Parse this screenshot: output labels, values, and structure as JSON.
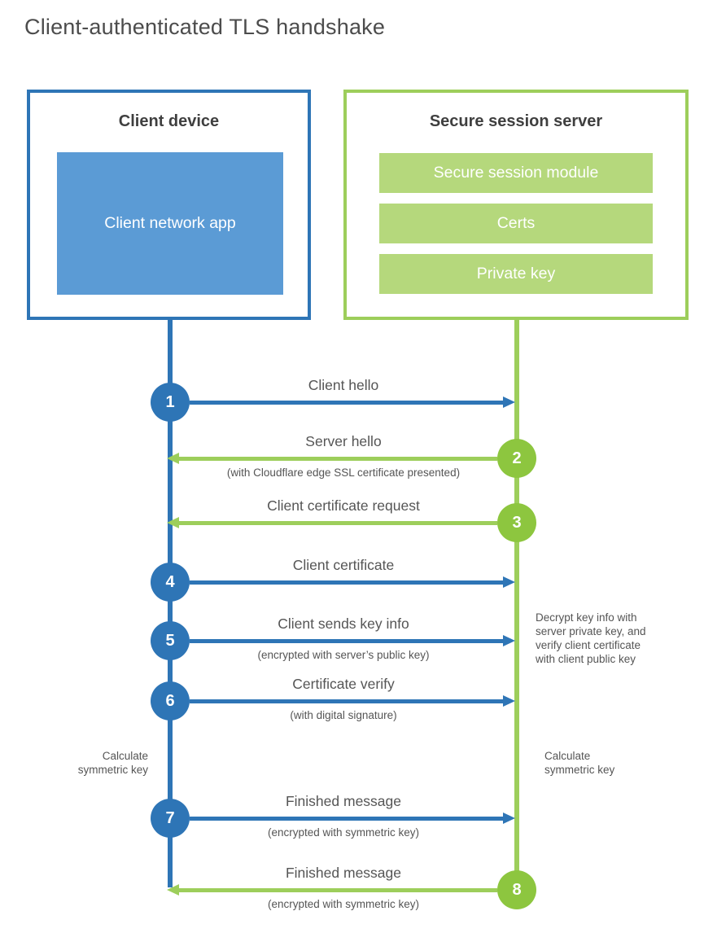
{
  "title": "Client-authenticated TLS handshake",
  "colors": {
    "blue": "#2e75b6",
    "blue-fill": "#5b9bd5",
    "green": "#8dc63f",
    "green-line": "#9dce5b",
    "green-fill": "#b5d87c",
    "ink": "#3f3f3f",
    "gray": "#555555",
    "title": "#4c4c4c"
  },
  "client": {
    "title": "Client device",
    "app_label": "Client network app"
  },
  "server": {
    "title": "Secure session server",
    "modules": [
      "Secure session module",
      "Certs",
      "Private key"
    ]
  },
  "steps": [
    {
      "number": "1",
      "label": "Client hello",
      "sublabel": "",
      "direction": "right",
      "actor": "client"
    },
    {
      "number": "2",
      "label": "Server hello",
      "sublabel": "(with Cloudflare edge SSL certificate presented)",
      "direction": "left",
      "actor": "server"
    },
    {
      "number": "3",
      "label": "Client certificate request",
      "sublabel": "",
      "direction": "left",
      "actor": "server"
    },
    {
      "number": "4",
      "label": "Client certificate",
      "sublabel": "",
      "direction": "right",
      "actor": "client"
    },
    {
      "number": "5",
      "label": "Client sends key info",
      "sublabel": "(encrypted with server’s public key)",
      "direction": "right",
      "actor": "client"
    },
    {
      "number": "6",
      "label": "Certificate verify",
      "sublabel": "(with digital signature)",
      "direction": "right",
      "actor": "client"
    },
    {
      "number": "7",
      "label": "Finished message",
      "sublabel": "(encrypted with symmetric key)",
      "direction": "right",
      "actor": "client"
    },
    {
      "number": "8",
      "label": "Finished message",
      "sublabel": "(encrypted with symmetric key)",
      "direction": "left",
      "actor": "server"
    }
  ],
  "notes": {
    "decrypt_lines": [
      "Decrypt key info with",
      "server private key, and",
      "verify client certificate",
      "with client public key"
    ],
    "calc_left_lines": [
      "Calculate",
      "symmetric key"
    ],
    "calc_right_lines": [
      "Calculate",
      "symmetric key"
    ]
  }
}
